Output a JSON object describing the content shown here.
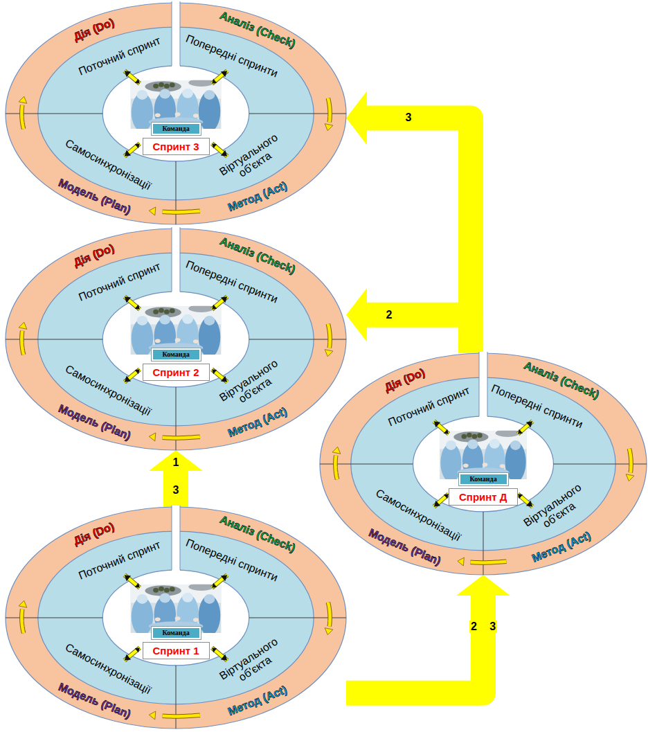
{
  "diagram": {
    "nodes": [
      {
        "text": [
          "Дія (Do)",
          "Аналіз (Check)",
          "Метод (Act)",
          "Модель (Plan)",
          "Поточний спринт",
          "Попередні спринти",
          "Віртуального об'єкта",
          "Самосинхронізації"
        ]
      },
      {
        "text": [
          "Команда"
        ],
        "in": 0
      },
      {
        "text": [
          "Спринт 3"
        ],
        "in": 0
      },
      {
        "text": [
          "Дія (Do)",
          "Аналіз (Check)",
          "Метод (Act)",
          "Модель (Plan)",
          "Поточний спринт",
          "Попередні спринти",
          "Віртуального об'єкта",
          "Самосинхронізації"
        ]
      },
      {
        "text": [
          "Команда"
        ],
        "in": 3
      },
      {
        "text": [
          "Спринт 2"
        ],
        "in": 3
      },
      {
        "text": [
          "Дія (Do)",
          "Аналіз (Check)",
          "Метод (Act)",
          "Модель (Plan)",
          "Поточний спринт",
          "Попередні спринти",
          "Віртуального об'єкта",
          "Самосинхронізації"
        ]
      },
      {
        "text": [
          "Команда"
        ],
        "in": 6
      },
      {
        "text": [
          "Спринт Д"
        ],
        "in": 6
      },
      {
        "text": [
          "Дія (Do)",
          "Аналіз (Check)",
          "Метод (Act)",
          "Модель (Plan)",
          "Поточний спринт",
          "Попередні спринти",
          "Віртуального об'єкта",
          "Самосинхронізації"
        ]
      },
      {
        "text": [
          "Команда"
        ],
        "in": 9
      },
      {
        "text": [
          "Спринт 1"
        ],
        "in": 9
      }
    ],
    "edges": [
      {
        "from": 9,
        "to": 3,
        "arrow": "to",
        "label": "1"
      },
      {
        "from": 9,
        "to": 6,
        "arrow": "to",
        "label": "2 3"
      },
      {
        "from": 6,
        "to": 3,
        "arrow": "to",
        "label": "2"
      },
      {
        "from": 6,
        "to": 0,
        "arrow": "to",
        "label": "3"
      }
    ],
    "labels": [
      "3"
    ]
  }
}
